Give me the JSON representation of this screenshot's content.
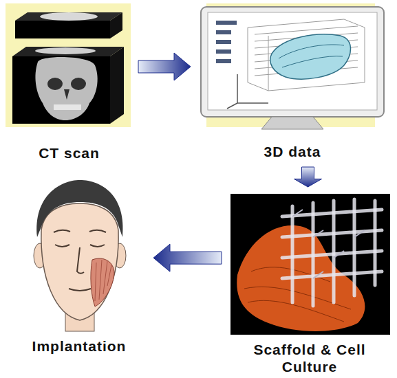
{
  "diagram": {
    "nodes": [
      {
        "text": [
          "CT scan"
        ]
      },
      {
        "text": [
          "3D data"
        ]
      },
      {
        "text": [
          "Implantation"
        ]
      },
      {
        "text": [
          "Scaffold & Cell Culture"
        ]
      }
    ],
    "edges": [
      {
        "from": 0,
        "to": 1,
        "arrow": "to"
      },
      {
        "from": 1,
        "to": 3,
        "arrow": "to"
      },
      {
        "from": 3,
        "to": 2,
        "arrow": "to"
      }
    ]
  }
}
